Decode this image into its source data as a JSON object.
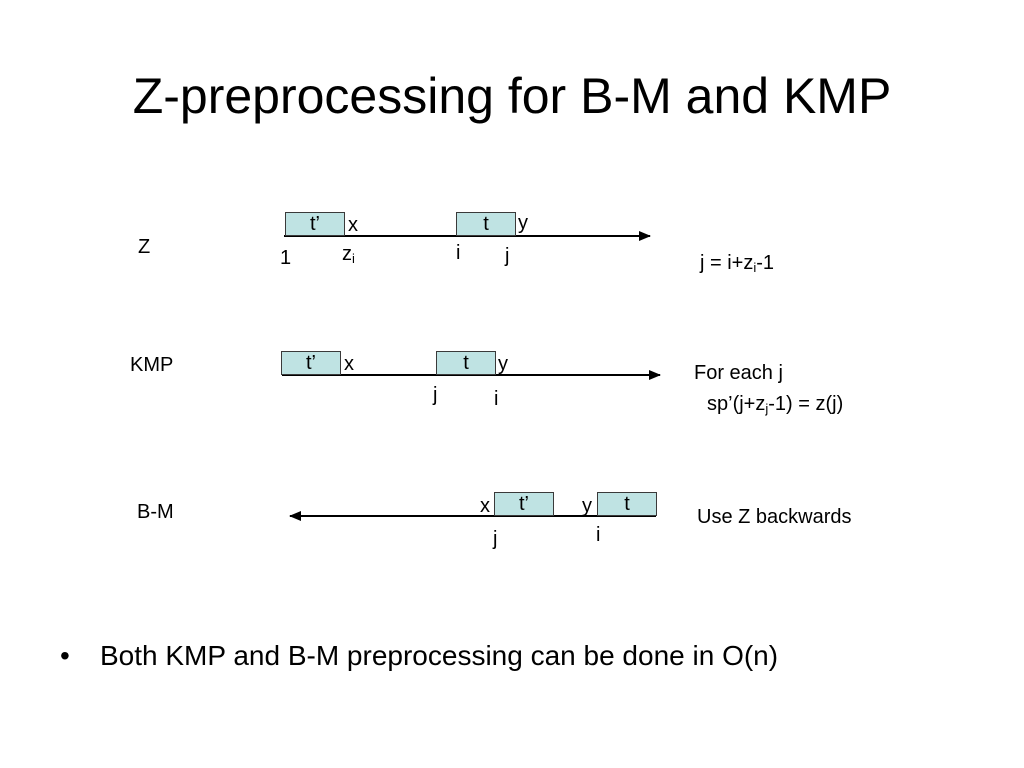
{
  "title": "Z-preprocessing for B-M and KMP",
  "rows": {
    "z": {
      "label": "Z",
      "box1": "t’",
      "box2": "t",
      "x": "x",
      "y": "y",
      "start": "1",
      "z_base": "z",
      "z_sub": "i",
      "i": "i",
      "j": "j",
      "note_pre": "j = i+z",
      "note_sub": "i",
      "note_post": "-1"
    },
    "kmp": {
      "label": "KMP",
      "box1": "t’",
      "box2": "t",
      "x": "x",
      "y": "y",
      "j": "j",
      "i": "i",
      "note_line1": "For each j",
      "note_pre": "sp’(j+z",
      "note_sub": "j",
      "note_post": "-1) = z(j)"
    },
    "bm": {
      "label": "B-M",
      "box1": "t’",
      "box2": "t",
      "x": "x",
      "y": "y",
      "j": "j",
      "i": "i",
      "note": "Use Z backwards"
    }
  },
  "bullet": {
    "symbol": "•",
    "text": "Both KMP and B-M preprocessing can be done in O(n)"
  },
  "colors": {
    "box_fill": "#bfe3e3",
    "line": "#000000"
  }
}
